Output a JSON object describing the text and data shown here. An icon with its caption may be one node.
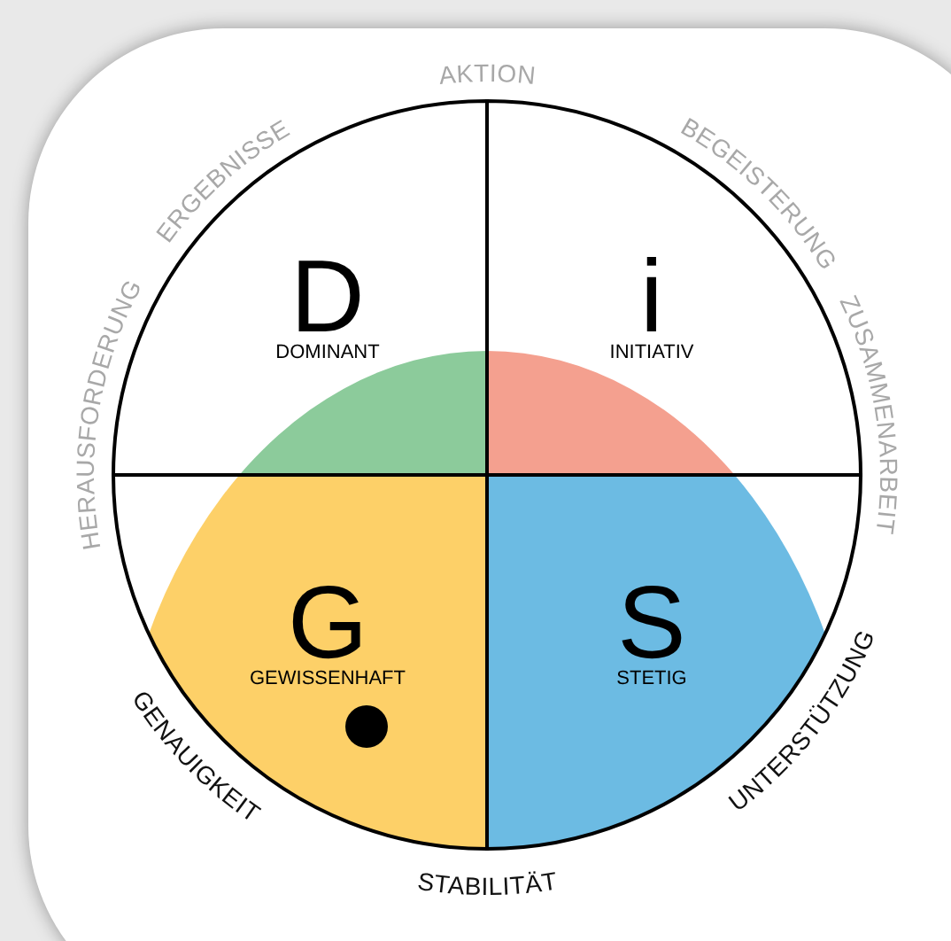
{
  "diagram": {
    "nodes": [
      {
        "text": [
          "D",
          "DOMINANT"
        ]
      },
      {
        "text": [
          "i",
          "INITIATIV"
        ]
      },
      {
        "text": [
          "G",
          "GEWISSENHAFT"
        ]
      },
      {
        "text": [
          "S",
          "STETIG"
        ]
      }
    ],
    "labels": [
      "AKTION",
      "ERGEBNISSE",
      "BEGEISTERUNG",
      "HERAUSFORDERUNG",
      "ZUSAMMENARBEIT",
      "GENAUIGKEIT",
      "UNTERSTÜTZUNG",
      "STABILITÄT"
    ]
  }
}
